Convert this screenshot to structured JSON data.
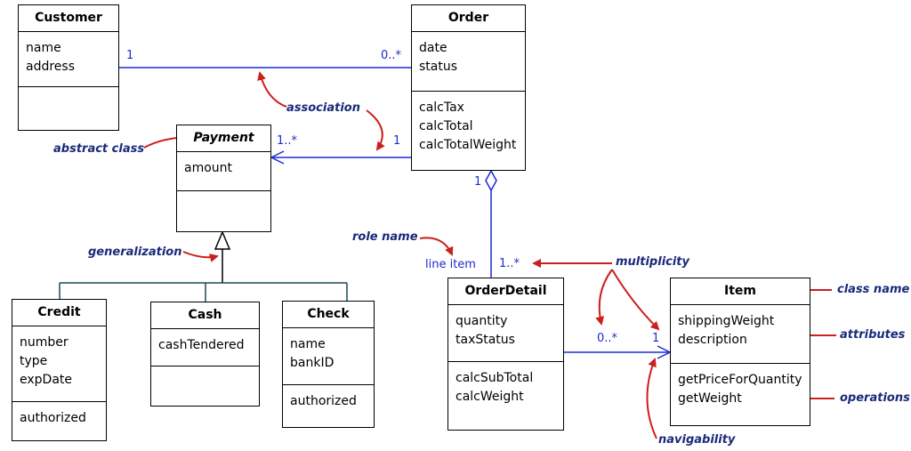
{
  "classes": {
    "customer": {
      "name": "Customer",
      "attributes": [
        "name",
        "address"
      ],
      "operations": []
    },
    "order": {
      "name": "Order",
      "attributes": [
        "date",
        "status"
      ],
      "operations": [
        "calcTax",
        "calcTotal",
        "calcTotalWeight"
      ]
    },
    "payment": {
      "name": "Payment",
      "attributes": [
        "amount"
      ],
      "operations": []
    },
    "credit": {
      "name": "Credit",
      "attributes": [
        "number",
        "type",
        "expDate"
      ],
      "operations": [
        "authorized"
      ]
    },
    "cash": {
      "name": "Cash",
      "attributes": [
        "cashTendered"
      ],
      "operations": []
    },
    "check": {
      "name": "Check",
      "attributes": [
        "name",
        "bankID"
      ],
      "operations": [
        "authorized"
      ]
    },
    "orderdetail": {
      "name": "OrderDetail",
      "attributes": [
        "quantity",
        "taxStatus"
      ],
      "operations": [
        "calcSubTotal",
        "calcWeight"
      ]
    },
    "item": {
      "name": "Item",
      "attributes": [
        "shippingWeight",
        "description"
      ],
      "operations": [
        "getPriceForQuantity",
        "getWeight"
      ]
    }
  },
  "multiplicities": {
    "customer_order_customer_end": "1",
    "customer_order_order_end": "0..*",
    "order_payment_payment_end": "1..*",
    "order_payment_order_end": "1",
    "order_detail_order_end": "1",
    "order_detail_detail_end": "1..*",
    "detail_item_detail_end": "0..*",
    "detail_item_item_end": "1"
  },
  "role_names": {
    "order_detail_role": "line item"
  },
  "annotations": {
    "association": "association",
    "abstract_class": "abstract class",
    "generalization": "generalization",
    "role_name": "role name",
    "multiplicity": "multiplicity",
    "class_name": "class name",
    "attributes": "attributes",
    "operations": "operations",
    "navigability": "navigability"
  },
  "colors": {
    "line": "#1d2bd0",
    "arrow": "#cc1f1f",
    "annotation": "#1a2a7a",
    "box": "#000000"
  }
}
